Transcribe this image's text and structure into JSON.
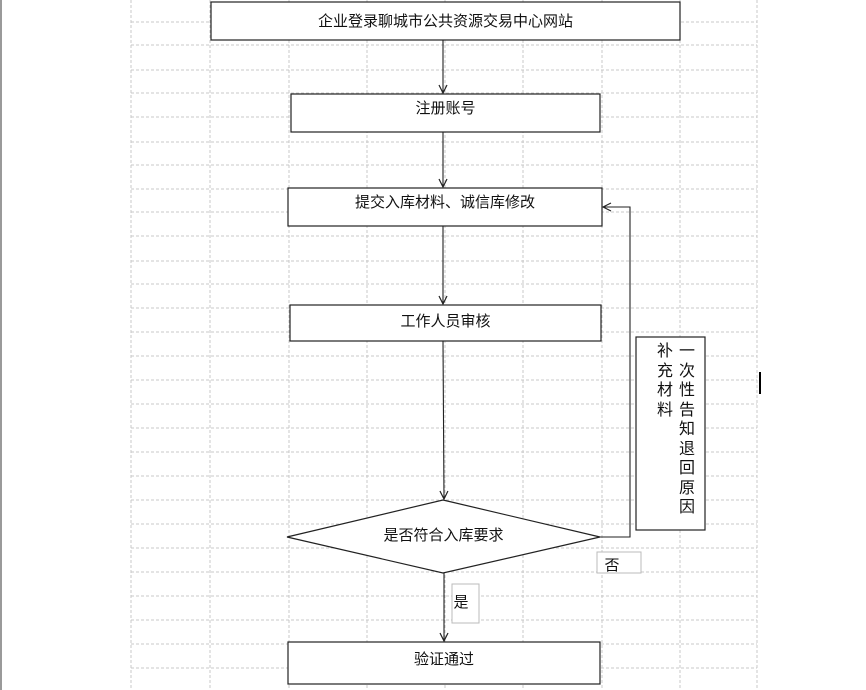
{
  "flowchart": {
    "steps": {
      "login": "企业登录聊城市公共资源交易中心网站",
      "register": "注册账号",
      "submit": "提交入库材料、诚信库修改",
      "review": "工作人员审核",
      "decision": "是否符合入库要求",
      "pass": "验证通过"
    },
    "branches": {
      "no": "否",
      "yes": "是"
    },
    "feedback": {
      "line1": [
        "一",
        "次",
        "性",
        "告",
        "知",
        "退",
        "回",
        "原",
        "因"
      ],
      "line2": [
        "补",
        "充",
        "材",
        "料"
      ]
    }
  }
}
